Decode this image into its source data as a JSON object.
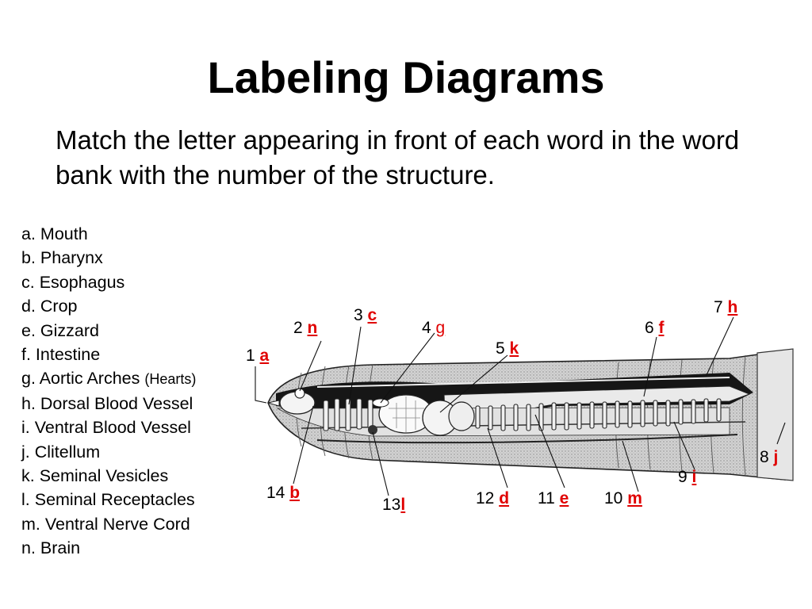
{
  "title": "Labeling Diagrams",
  "subtitle": "Match the letter appearing in front of each word in the word bank with the number of the structure.",
  "word_bank": [
    {
      "text": "a. Mouth"
    },
    {
      "text": "b. Pharynx"
    },
    {
      "text": "c. Esophagus"
    },
    {
      "text": "d. Crop"
    },
    {
      "text": "e. Gizzard"
    },
    {
      "text": "f. Intestine"
    },
    {
      "text": "g. Aortic Arches ",
      "extra": "(Hearts)"
    },
    {
      "text": "h. Dorsal Blood Vessel"
    },
    {
      "text": "i. Ventral Blood Vessel"
    },
    {
      "text": "j. Clitellum"
    },
    {
      "text": "k. Seminal Vesicles"
    },
    {
      "text": "l. Seminal Receptacles"
    },
    {
      "text": "m. Ventral Nerve Cord"
    },
    {
      "text": "n. Brain"
    }
  ],
  "labels": [
    {
      "num": "1 ",
      "ans": "a"
    },
    {
      "num": "2 ",
      "ans": "n"
    },
    {
      "num": "3 ",
      "ans": "c"
    },
    {
      "num": "4 ",
      "ans": "g"
    },
    {
      "num": "5 ",
      "ans": "k"
    },
    {
      "num": "6 ",
      "ans": "f"
    },
    {
      "num": "7 ",
      "ans": "h"
    },
    {
      "num": "8 ",
      "ans": "j"
    },
    {
      "num": "9 ",
      "ans": "i"
    },
    {
      "num": "10 ",
      "ans": "m"
    },
    {
      "num": "11 ",
      "ans": "e"
    },
    {
      "num": "12 ",
      "ans": "d"
    },
    {
      "num": "13",
      "ans": "l"
    },
    {
      "num": "14 ",
      "ans": "b"
    }
  ],
  "colors": {
    "answer": "#e00000",
    "body_light": "#dcdcdc",
    "body_dark": "#1a1a1a"
  }
}
